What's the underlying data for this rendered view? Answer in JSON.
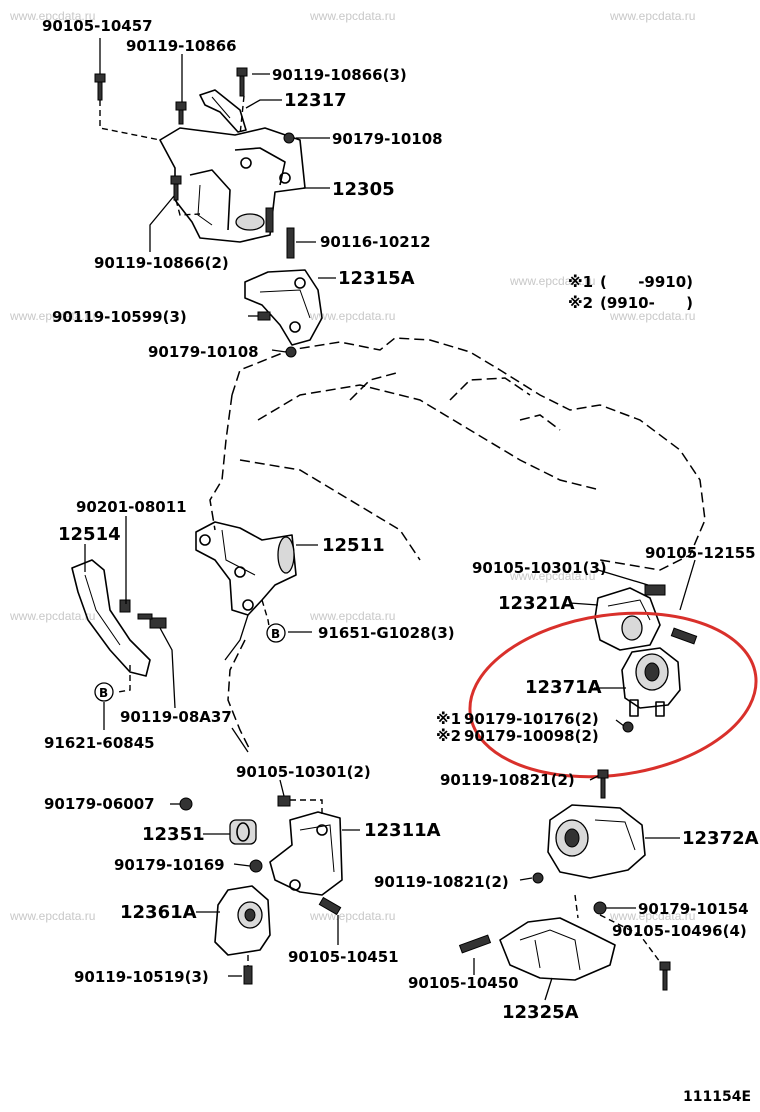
{
  "watermark": "www.epcdata.ru",
  "figure_id": "111154E",
  "circle_color": "#d9302b",
  "legend": [
    {
      "mark": "※1",
      "text": "(      -9910)"
    },
    {
      "mark": "※2",
      "text": "(9910-      )"
    }
  ],
  "labels": {
    "p90105_10457": "90105-10457",
    "p90119_10866": "90119-10866",
    "p90119_10866_3": "90119-10866(3)",
    "p12317": "12317",
    "p90179_10108_top": "90179-10108",
    "p12305": "12305",
    "p90116_10212": "90116-10212",
    "p90119_10866_2": "90119-10866(2)",
    "p12315A": "12315A",
    "p90119_10599_3": "90119-10599(3)",
    "p90179_10108": "90179-10108",
    "p90201_08011": "90201-08011",
    "p12514": "12514",
    "p12511": "12511",
    "p91651_G1028_3": "91651-G1028(3)",
    "p90119_08A37": "90119-08A37",
    "p91621_60845": "91621-60845",
    "p90105_10301_3": "90105-10301(3)",
    "p90105_12155": "90105-12155",
    "p12321A": "12321A",
    "p12371A": "12371A",
    "p90179_10176_2": "90179-10176(2)",
    "p90179_10098_2": "90179-10098(2)",
    "p90105_10301_2": "90105-10301(2)",
    "p90179_06007": "90179-06007",
    "p12351": "12351",
    "p12311A": "12311A",
    "p90179_10169": "90179-10169",
    "p12361A": "12361A",
    "p90105_10451": "90105-10451",
    "p90119_10519_3": "90119-10519(3)",
    "p90119_10821_2_top": "90119-10821(2)",
    "p12372A": "12372A",
    "p90119_10821_2": "90119-10821(2)",
    "p90179_10154": "90179-10154",
    "p90105_10496_4": "90105-10496(4)",
    "p90105_10450": "90105-10450",
    "p12325A": "12325A",
    "marker_b": "B",
    "mark_1": "※1",
    "mark_2": "※2"
  }
}
